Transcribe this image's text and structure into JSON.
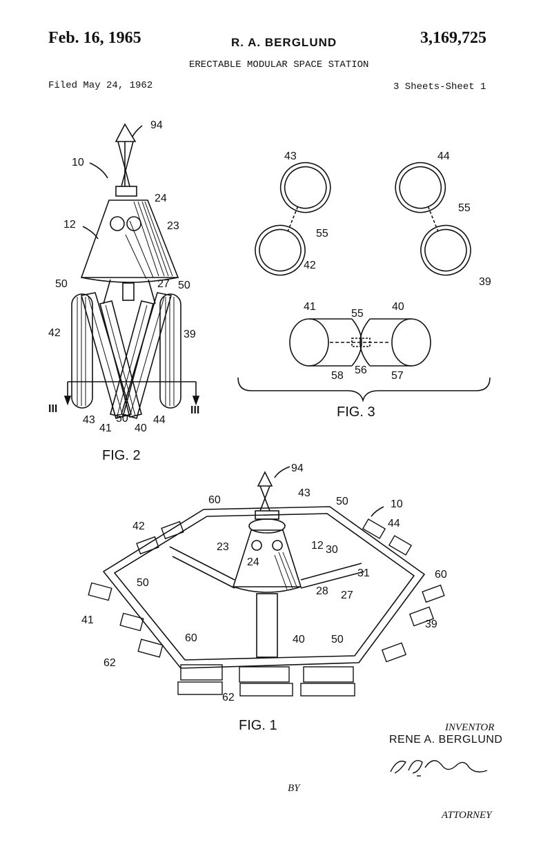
{
  "header": {
    "date": "Feb. 16, 1965",
    "inventor_header": "R. A. BERGLUND",
    "patent_number": "3,169,725",
    "title": "ERECTABLE MODULAR SPACE STATION",
    "filed": "Filed May 24, 1962",
    "sheets": "3 Sheets-Sheet 1"
  },
  "fig2": {
    "caption": "FIG. 2",
    "labels": [
      "94",
      "10",
      "24",
      "12",
      "23",
      "50",
      "27",
      "50",
      "42",
      "39",
      "III",
      "III",
      "43",
      "50",
      "40",
      "44",
      "41"
    ]
  },
  "fig3": {
    "caption": "FIG. 3",
    "labels": [
      "43",
      "44",
      "55",
      "55",
      "42",
      "39",
      "41",
      "55",
      "40",
      "58",
      "56",
      "57"
    ]
  },
  "fig1": {
    "caption": "FIG. 1",
    "labels": [
      "94",
      "43",
      "60",
      "50",
      "10",
      "42",
      "44",
      "23",
      "12",
      "30",
      "24",
      "50",
      "31",
      "60",
      "28",
      "27",
      "41",
      "39",
      "60",
      "40",
      "50",
      "62",
      "62"
    ]
  },
  "footer": {
    "inventor_label": "INVENTOR",
    "inventor_name": "RENE A. BERGLUND",
    "by": "BY",
    "attorney": "ATTORNEY"
  }
}
